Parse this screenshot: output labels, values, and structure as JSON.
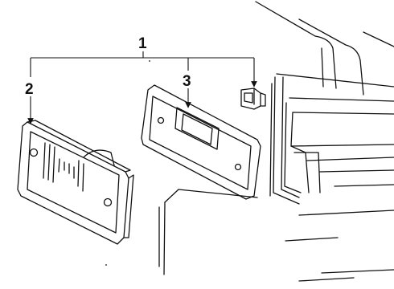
{
  "diagram": {
    "callouts": [
      {
        "id": "1",
        "label": "1"
      },
      {
        "id": "2",
        "label": "2"
      },
      {
        "id": "3",
        "label": "3"
      }
    ],
    "colors": {
      "ink": "#111111",
      "background": "#ffffff"
    }
  }
}
